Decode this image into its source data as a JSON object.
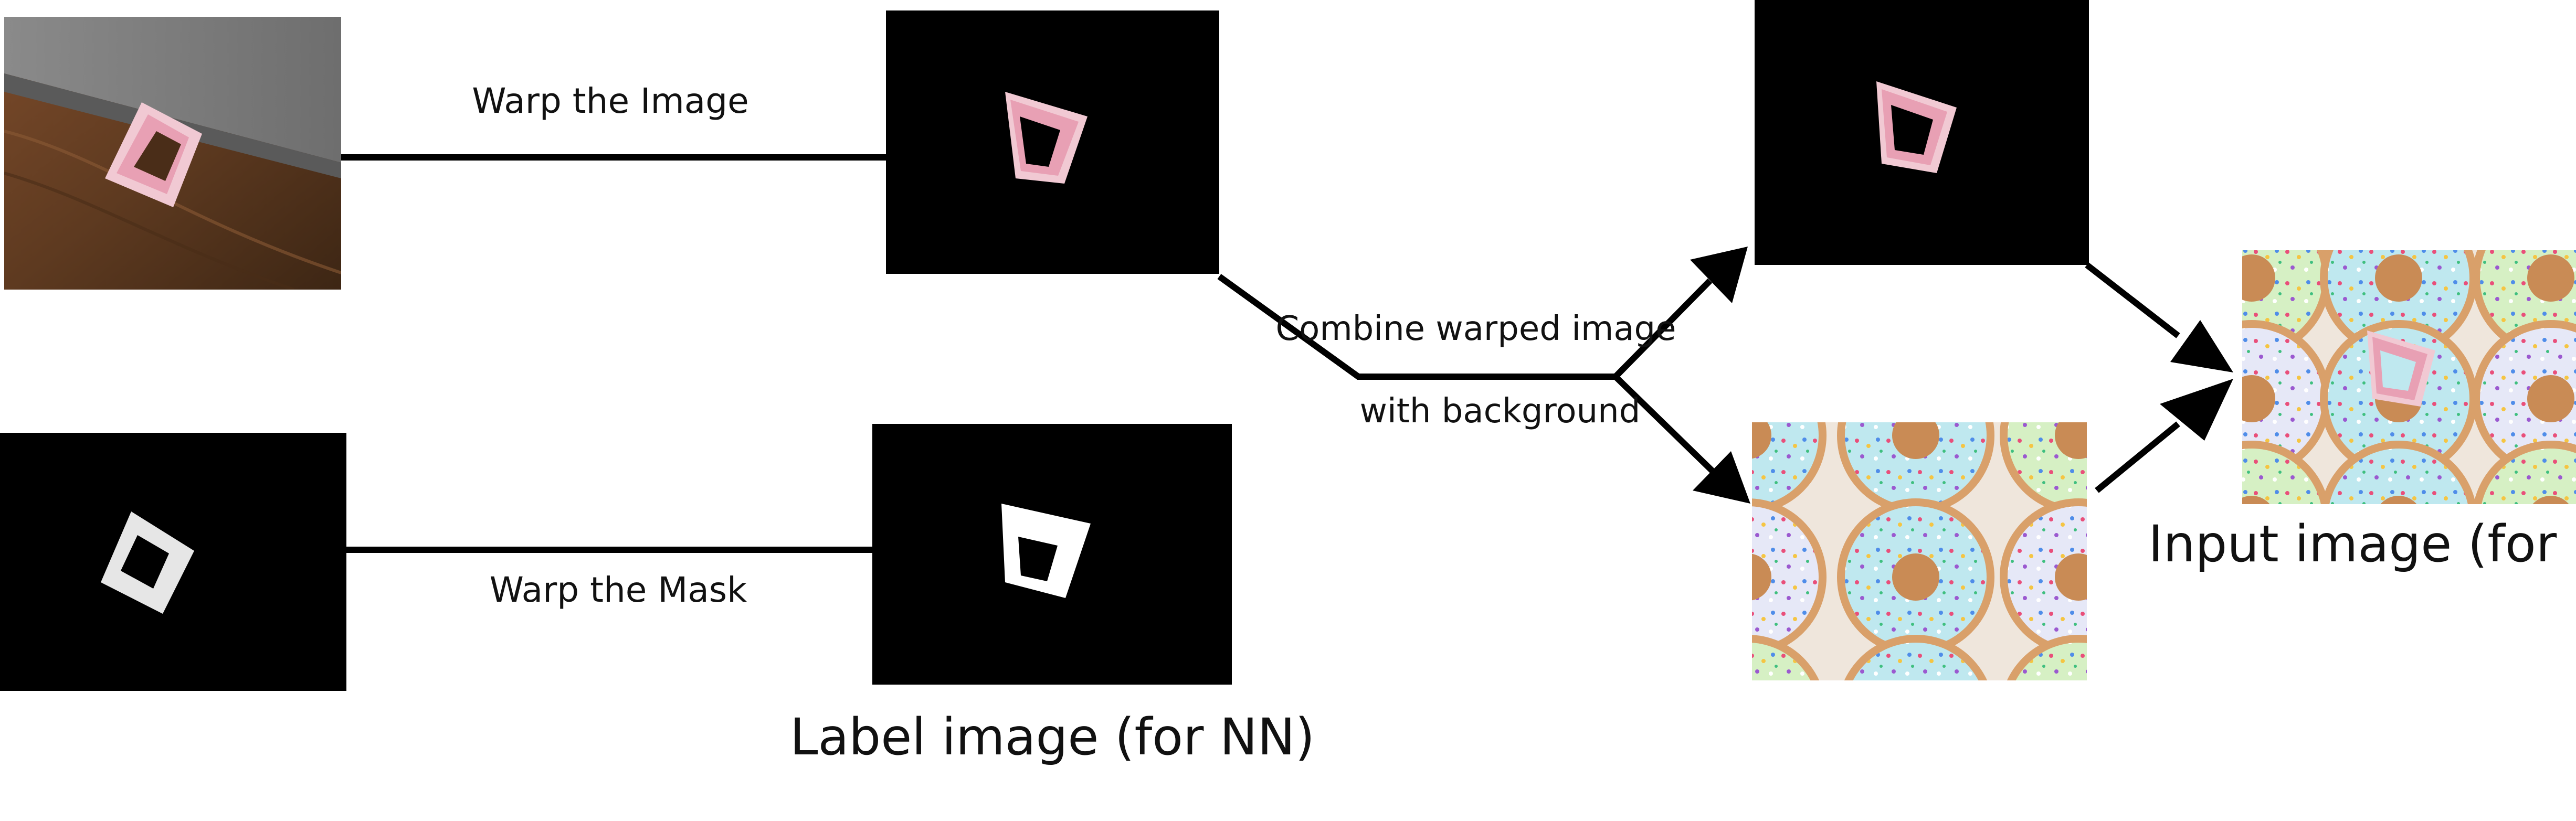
{
  "labels": {
    "warp_image": "Warp the Image",
    "warp_mask": "Warp the Mask",
    "combine_line1": "Combine warped image",
    "combine_line2": "with background",
    "label_image": "Label image (for NN)",
    "input_image": "Input image (for NN)"
  },
  "colors": {
    "panel_black": "#000000",
    "line": "#000000",
    "marker_pink": "#e8a0b4",
    "mask_white": "#f2f2f2",
    "wood": "#6b4226",
    "wall_gray": "#808080",
    "background_cream": "#efe6dc"
  },
  "icons": {
    "arrow": "arrowhead",
    "marker": "square-frame-marker"
  }
}
